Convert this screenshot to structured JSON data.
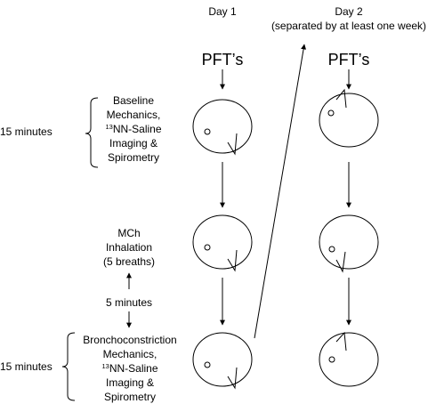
{
  "day1": {
    "title": "Day 1",
    "pft": "PFT’s"
  },
  "day2": {
    "title": "Day 2",
    "subtitle": "(separated by at least one week)",
    "pft": "PFT’s"
  },
  "durations": {
    "top": "15 minutes",
    "middle": "5 minutes",
    "bottom": "15 minutes"
  },
  "step_baseline": {
    "line1": "Baseline",
    "line2": "Mechanics,",
    "line3_sup": "13",
    "line3_rest": "NN-Saline",
    "line4": "Imaging &",
    "line5": "Spirometry"
  },
  "step_mch": {
    "line1": "MCh",
    "line2": "Inhalation",
    "line3": "(5 breaths)"
  },
  "step_broncho": {
    "line1": "Bronchoconstriction",
    "line2": "Mechanics,",
    "line3_sup": "13",
    "line3_rest": "NN-Saline",
    "line4": "Imaging &",
    "line5": "Spirometry"
  }
}
